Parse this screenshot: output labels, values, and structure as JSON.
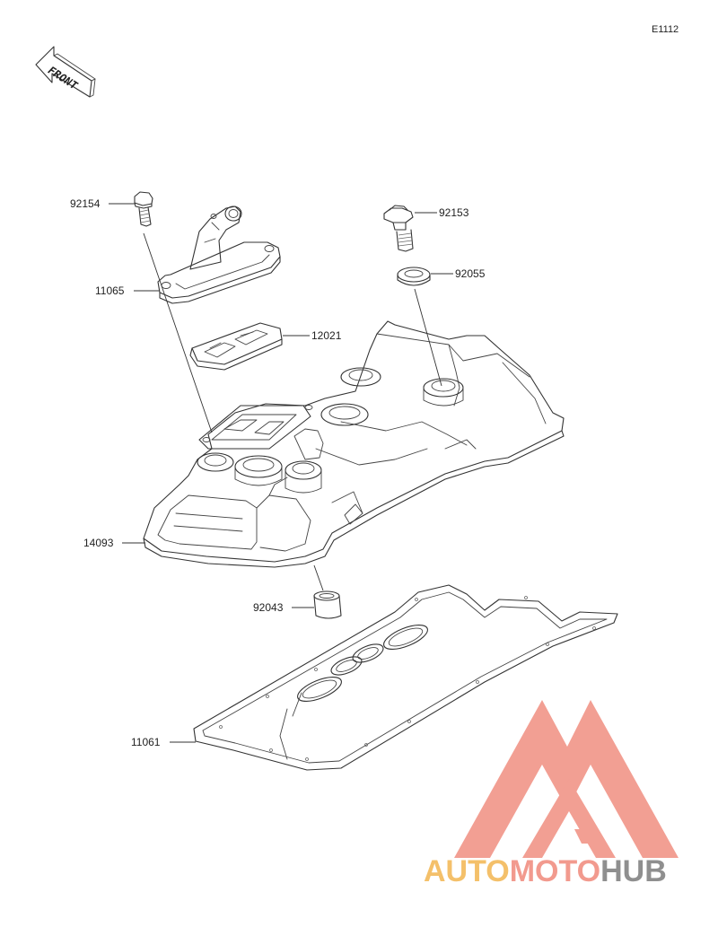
{
  "ref_code": "E1112",
  "front_label": "FRONT",
  "parts": [
    {
      "id": "p-92154",
      "number": "92154",
      "name": "bolt-92154"
    },
    {
      "id": "p-92153",
      "number": "92153",
      "name": "bolt-92153"
    },
    {
      "id": "p-92055",
      "number": "92055",
      "name": "washer-92055"
    },
    {
      "id": "p-11065",
      "number": "11065",
      "name": "cover-11065"
    },
    {
      "id": "p-12021",
      "number": "12021",
      "name": "reed-valve-12021"
    },
    {
      "id": "p-14093",
      "number": "14093",
      "name": "cylinder-head-cover-14093"
    },
    {
      "id": "p-92043",
      "number": "92043",
      "name": "pin-92043"
    },
    {
      "id": "p-11061",
      "number": "11061",
      "name": "gasket-11061"
    }
  ],
  "watermark": {
    "part1": "AUTO",
    "part2": "MOTO",
    "part3": "HUB",
    "color1": "#f4c06a",
    "color2": "#f29a8e",
    "color3": "#8f8f8f",
    "logo_color": "#f29a8e"
  }
}
